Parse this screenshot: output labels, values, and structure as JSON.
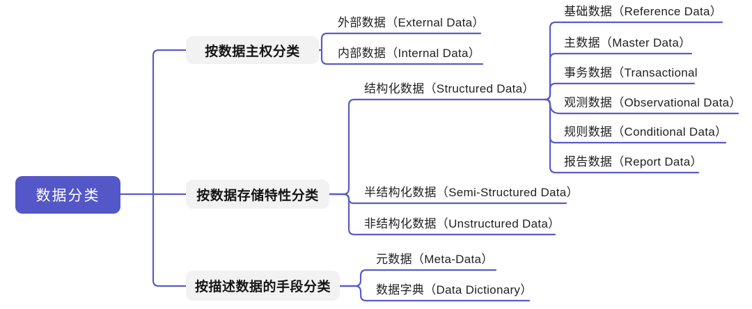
{
  "root": {
    "label": "数据分类"
  },
  "branches": [
    {
      "label": "按数据主权分类",
      "children": [
        {
          "label": "外部数据（External Data）"
        },
        {
          "label": "内部数据（Internal Data）"
        }
      ]
    },
    {
      "label": "按数据存储特性分类",
      "children": [
        {
          "label": "结构化数据（Structured Data）",
          "children": [
            {
              "label": "基础数据（Reference Data）"
            },
            {
              "label": "主数据（Master Data）"
            },
            {
              "label": "事务数据（Transactional"
            },
            {
              "label": "观测数据（Observational Data）"
            },
            {
              "label": "规则数据（Conditional Data）"
            },
            {
              "label": "报告数据（Report Data）"
            }
          ]
        },
        {
          "label": "半结构化数据（Semi-Structured Data）"
        },
        {
          "label": "非结构化数据（Unstructured Data）"
        }
      ]
    },
    {
      "label": "按描述数据的手段分类",
      "children": [
        {
          "label": "元数据（Meta-Data）"
        },
        {
          "label": "数据字典（Data Dictionary）"
        }
      ]
    }
  ],
  "colors": {
    "accent": "#5457c7",
    "line": "#585cc7",
    "branch_bg": "#f2f2f3",
    "text": "#1f1f1f"
  }
}
